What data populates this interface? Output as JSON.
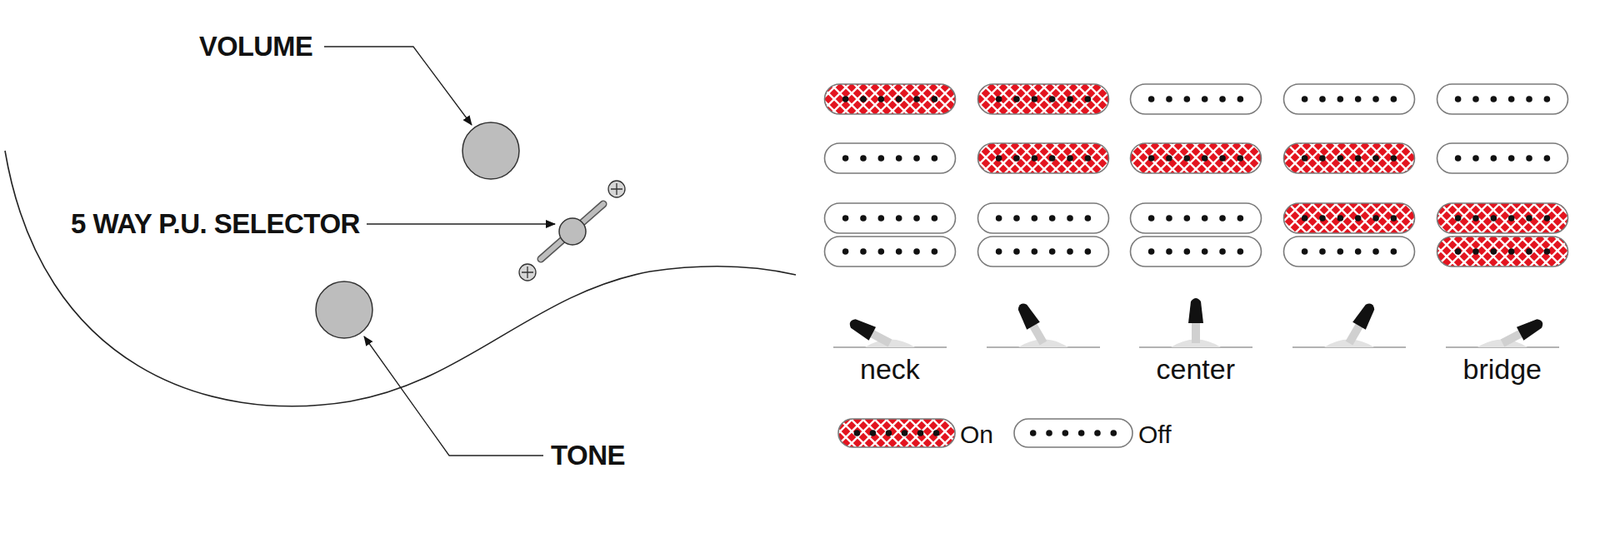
{
  "diagram": {
    "labels": [
      "VOLUME",
      "5 WAY P.U. SELECTOR",
      "TONE",
      "neck",
      "center",
      "bridge",
      "On",
      "Off"
    ]
  }
}
